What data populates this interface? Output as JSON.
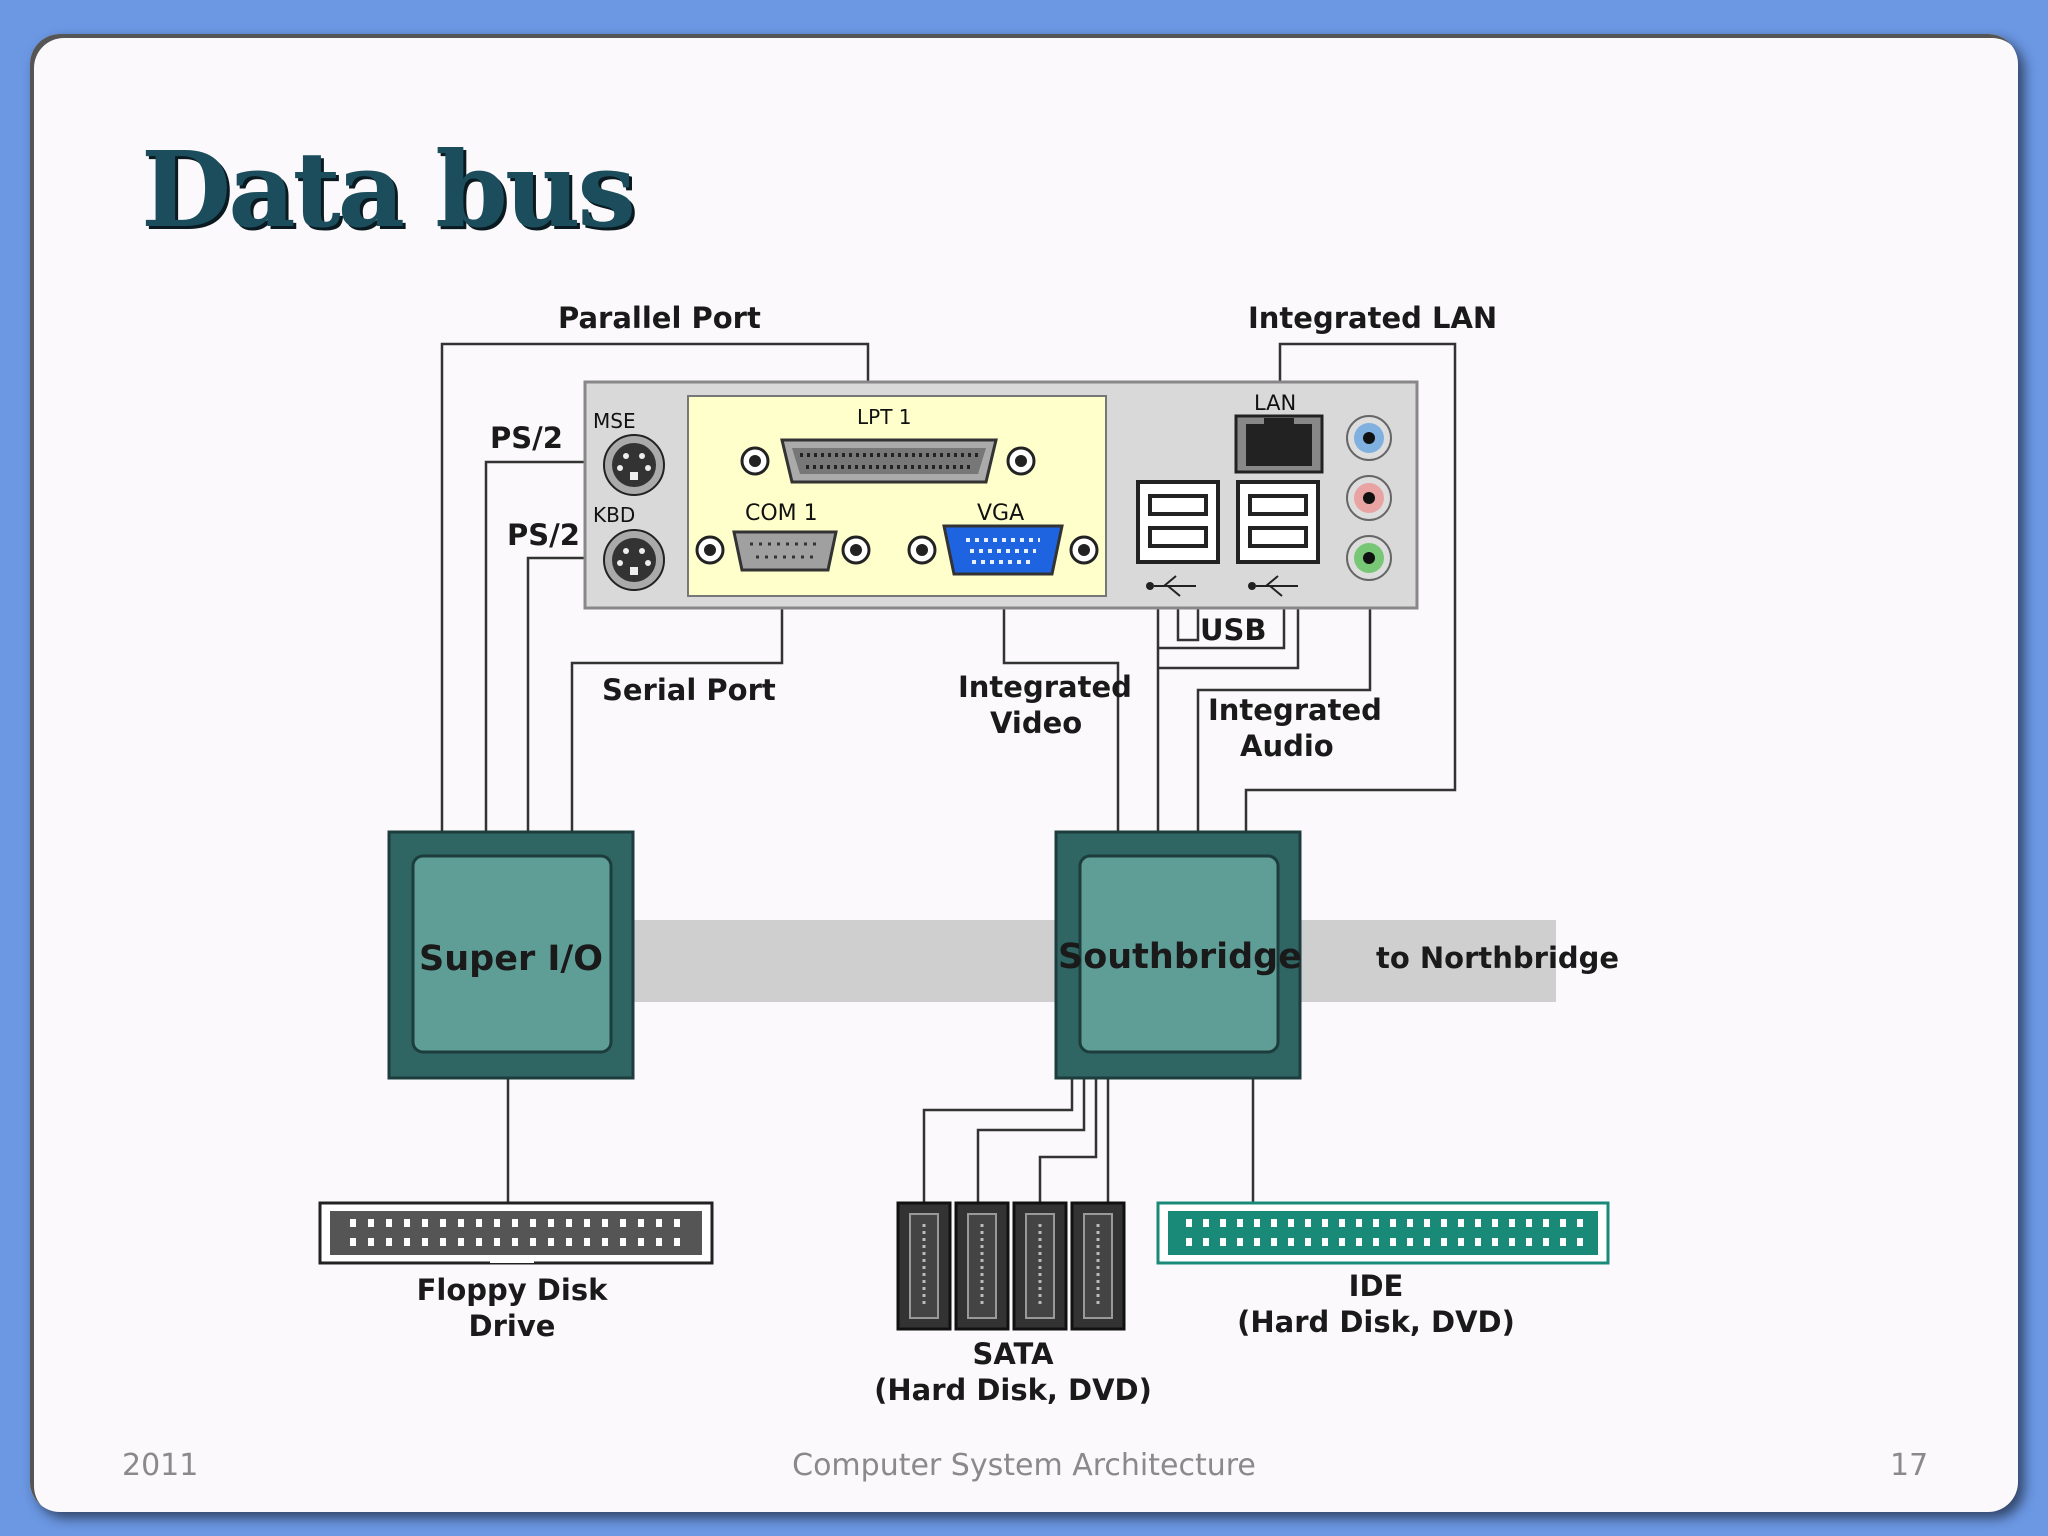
{
  "slide": {
    "title": "Data bus",
    "footer_left": "2011",
    "footer_center": "Computer System Architecture",
    "footer_right": "17"
  },
  "diagram": {
    "connector_labels": {
      "parallel_port": "Parallel Port",
      "integrated_lan": "Integrated LAN",
      "ps2_mouse": "PS/2",
      "ps2_keyboard": "PS/2",
      "serial_port": "Serial Port",
      "integrated_video_1": "Integrated",
      "integrated_video_2": "Video",
      "usb": "USB",
      "integrated_audio_1": "Integrated",
      "integrated_audio_2": "Audio"
    },
    "panel_labels": {
      "mse": "MSE",
      "kbd": "KBD",
      "lpt1": "LPT 1",
      "com1": "COM 1",
      "vga": "VGA",
      "lan": "LAN"
    },
    "chips": {
      "super_io": "Super I/O",
      "southbridge": "Southbridge",
      "to_northbridge": "to Northbridge"
    },
    "devices": {
      "floppy_1": "Floppy Disk",
      "floppy_2": "Drive",
      "sata_1": "SATA",
      "sata_2": "(Hard Disk, DVD)",
      "ide_1": "IDE",
      "ide_2": "(Hard Disk, DVD)"
    },
    "colors": {
      "chip_fill": "#5f9e97",
      "chip_border": "#2b5c5a",
      "panel_yellow": "#ffffcc",
      "vga_blue": "#1e63e0",
      "ide_green": "#1a8a78",
      "bus_gray": "#cfcfcf"
    }
  }
}
